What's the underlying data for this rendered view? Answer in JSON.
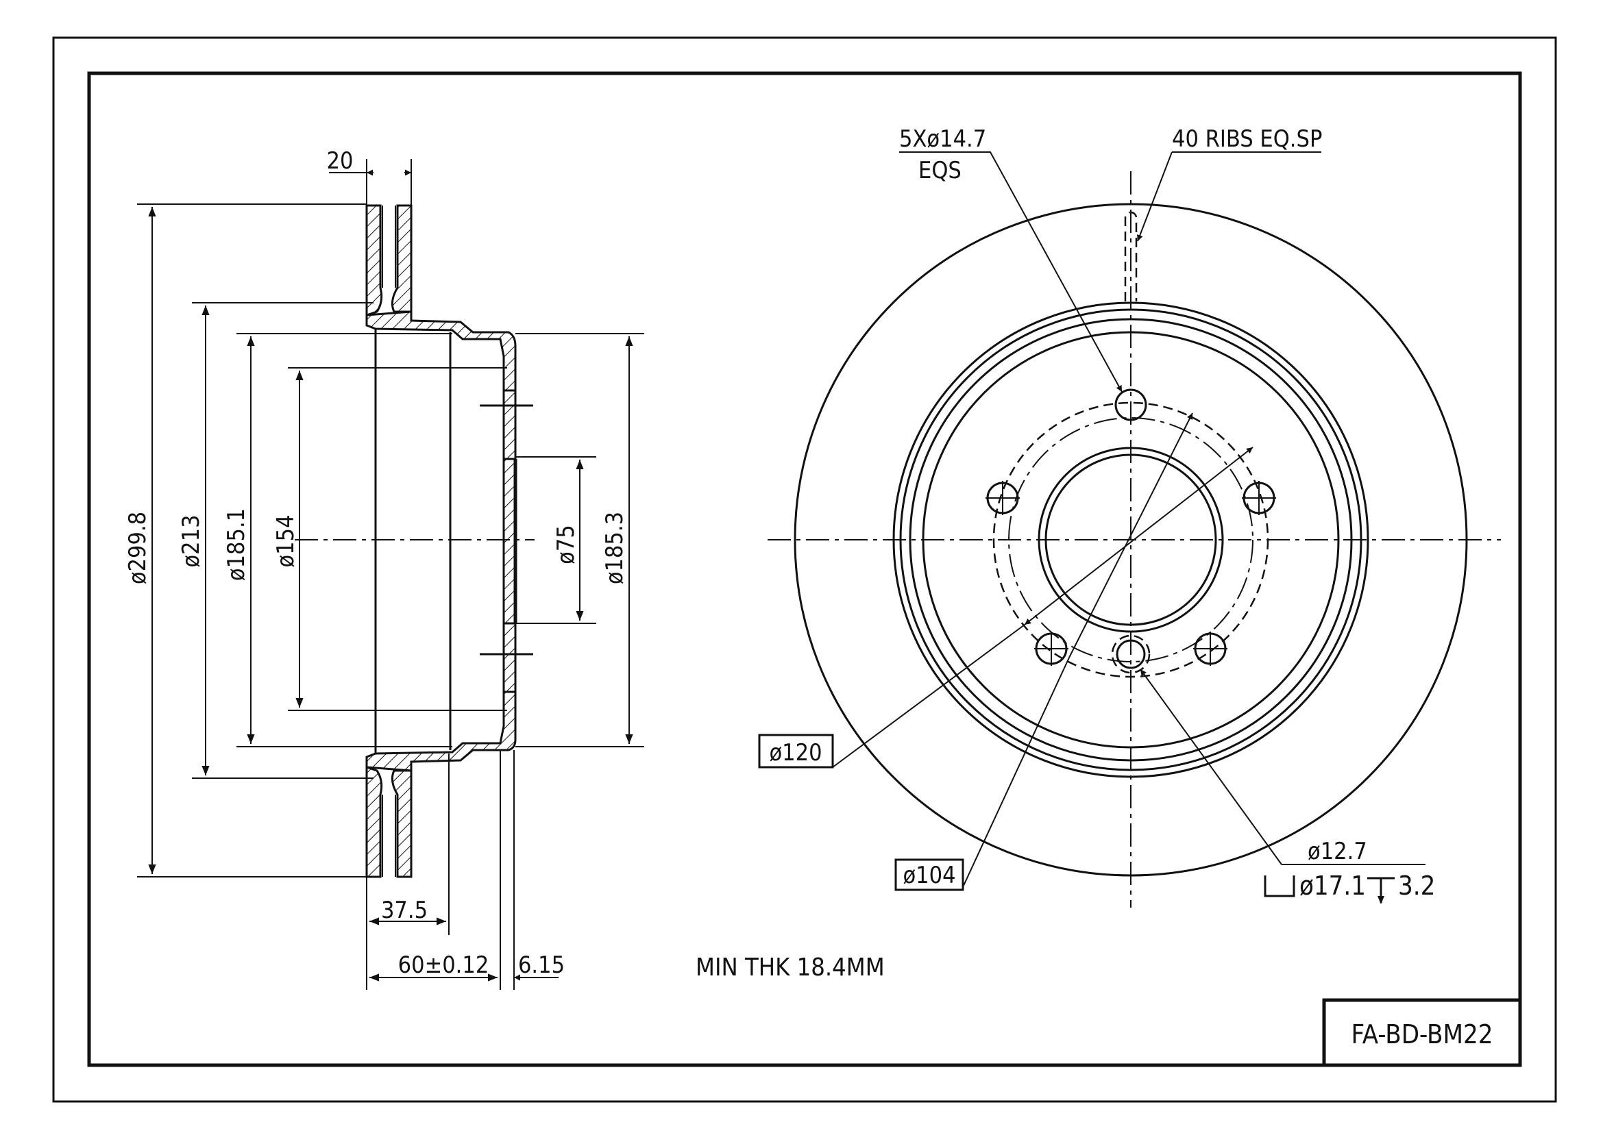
{
  "drawing": {
    "part_number": "FA-BD-BM22",
    "note": "MIN THK 18.4MM"
  },
  "side_view": {
    "dims": {
      "d_outer": "ø299.8",
      "d_213": "ø213",
      "d_185_1": "ø185.1",
      "d_154": "ø154",
      "d_75": "ø75",
      "d_185_3": "ø185.3",
      "thickness_20": "20",
      "offset_37_5": "37.5",
      "height_60": "60±0.12",
      "flange_6_15": "6.15"
    }
  },
  "front_view": {
    "callouts": {
      "bolt_holes_line1": "5Xø14.7",
      "bolt_holes_line2": "EQS",
      "ribs": "40 RIBS EQ.SP",
      "d_120": "ø120",
      "d_104": "ø104",
      "hole_12_7": "ø12.7",
      "cbore_17_1": "ø17.1",
      "depth_3_2": "3.2"
    }
  }
}
